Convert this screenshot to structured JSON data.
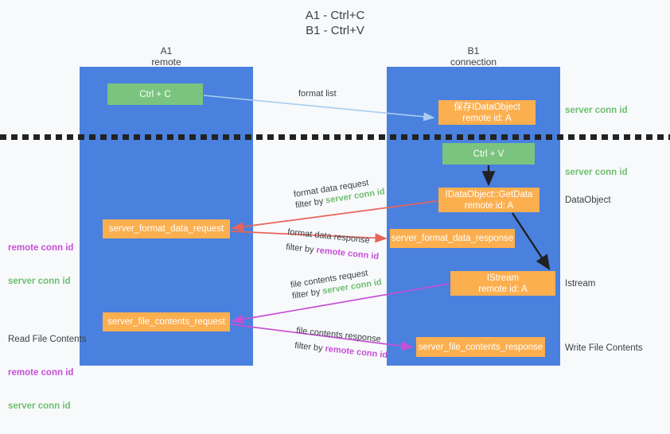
{
  "title": "A1 - Ctrl+C\nB1 - Ctrl+V",
  "lanes": {
    "a": {
      "name": "A1",
      "role": "remote",
      "header": "A1\nremote"
    },
    "b": {
      "name": "B1",
      "role": "connection",
      "header": "B1\nconnection"
    }
  },
  "nodes": {
    "ctrl_c": "Ctrl + C",
    "save_dataobject": "保存IDataObject\nremote id: A",
    "ctrl_v": "Ctrl + V",
    "getdata": "IDataObject::GetData\nremote id: A",
    "format_data_request": "server_format_data_request",
    "format_data_response": "server_format_data_response",
    "istream": "IStream\nremote id: A",
    "file_contents_request": "server_file_contents_request",
    "file_contents_response": "server_file_contents_response"
  },
  "edges": {
    "format_list": "format list",
    "format_data_request_l1": "format data request",
    "format_data_request_l2_pre": "filter by ",
    "format_data_request_l2_key": "server conn id",
    "format_data_response_l1": "format data response",
    "format_data_response_l2_pre": "filter by ",
    "format_data_response_l2_key": "remote conn id",
    "file_contents_request_l1": "file contents request",
    "file_contents_request_l2_pre": "filter by ",
    "file_contents_request_l2_key": "server conn id",
    "file_contents_response_l1": "file contents response",
    "file_contents_response_l2_pre": "filter by ",
    "file_contents_response_l2_key": "remote conn id"
  },
  "annotations": {
    "server_conn_id_top": "server conn id",
    "server_conn_id_mid": "server conn id",
    "dataobject": "DataObject",
    "istream": "Istream",
    "write_file_contents": "Write File Contents",
    "read_file_contents": "Read File Contents",
    "remote_conn_id": "remote conn id",
    "server_conn_id": "server conn id"
  },
  "colors": {
    "lane": "#4a80de",
    "green_node": "#7ac47f",
    "orange_node": "#fcaf4f",
    "green_text": "#6fbf73",
    "purple_text": "#c550d6",
    "arrow_blue": "#a8cdf0",
    "arrow_red": "#e8645a",
    "arrow_magenta": "#c550d6",
    "arrow_black": "#202124",
    "background": "#f8f9fa"
  }
}
